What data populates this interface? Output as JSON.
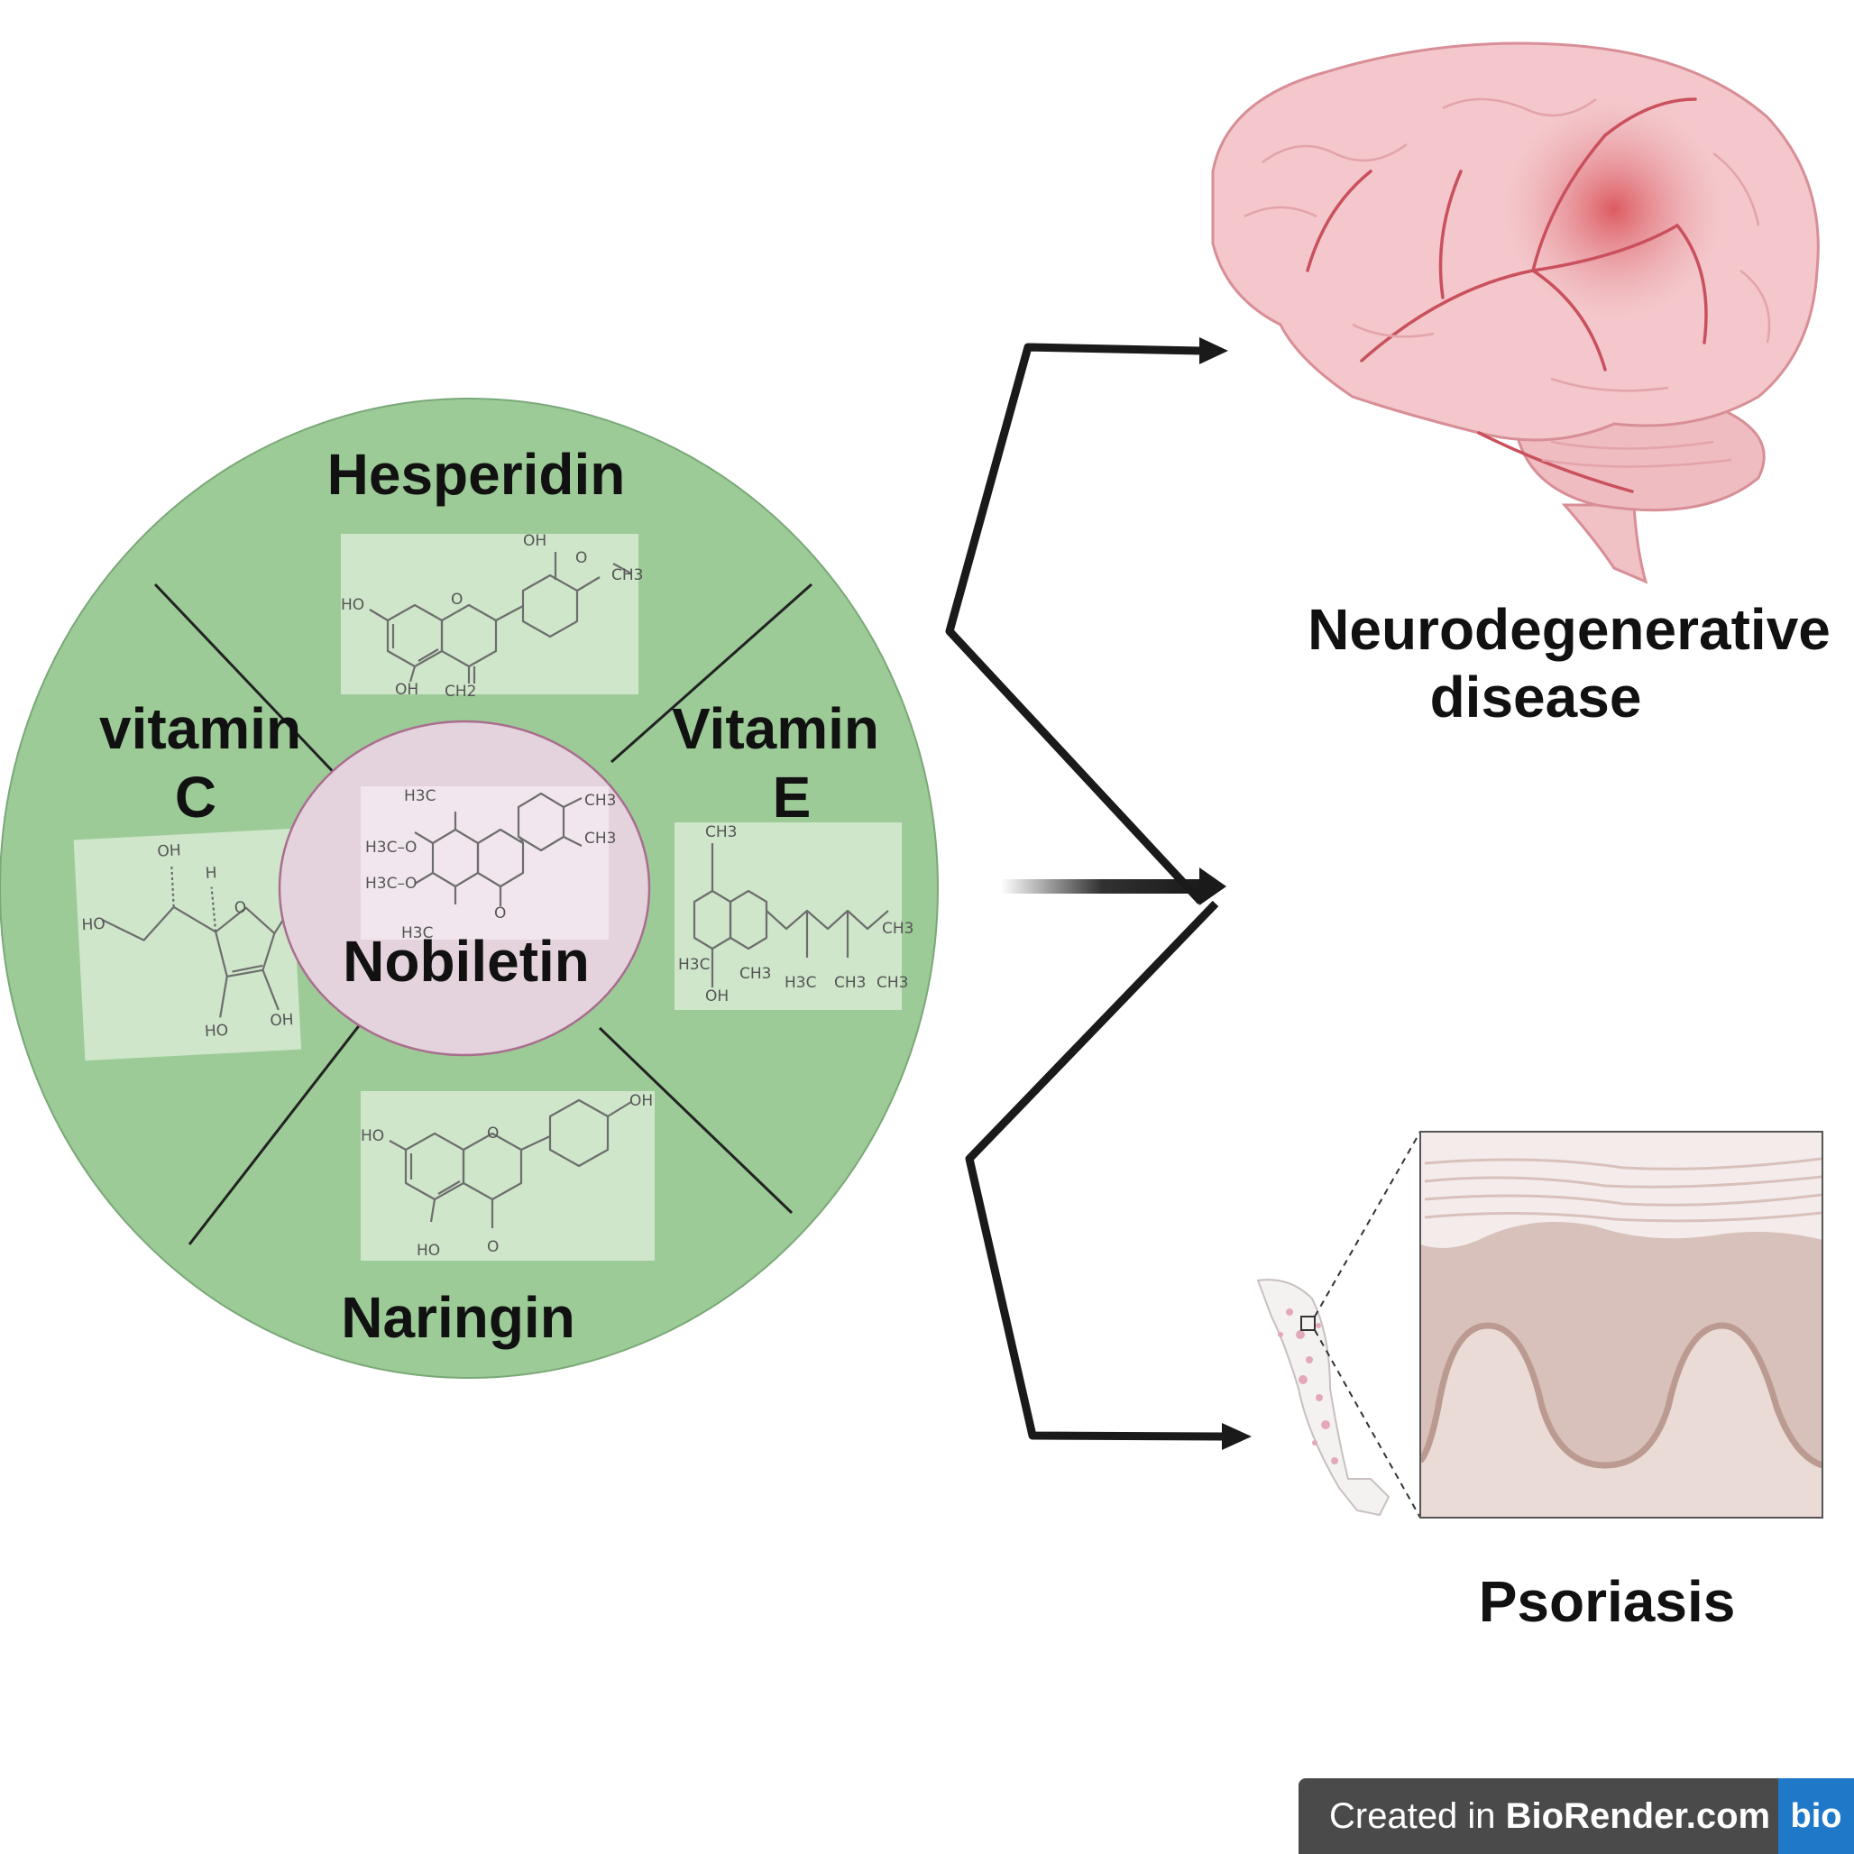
{
  "compounds": {
    "center": "Nobiletin",
    "top": "Hesperidin",
    "left_line1": "vitamin",
    "left_line2": "C",
    "right_line1": "Vitamin",
    "right_line2": "E",
    "bottom": "Naringin"
  },
  "outcomes": {
    "neuro_line1": "Neurodegenerative",
    "neuro_line2": "disease",
    "skin": "Psoriasis"
  },
  "chem_labels": {
    "oh": "OH",
    "ho": "HO",
    "h": "H",
    "o": "O",
    "ch3": "CH3",
    "h3c": "H3C",
    "ch2": "CH2",
    "h3c_o": "H3C–O"
  },
  "watermark": {
    "prefix": "Created in ",
    "brand": "BioRender.com",
    "logo": "bio"
  },
  "colors": {
    "outer_circle": "#9dcb98",
    "center_circle": "#e4d3dc",
    "structure_box_green": "#cfe6cb",
    "structure_box_pink": "#f1e6ee",
    "arrow": "#1a1a1a",
    "brain": "#f2c4c8",
    "skin": "#d9c1bb"
  }
}
